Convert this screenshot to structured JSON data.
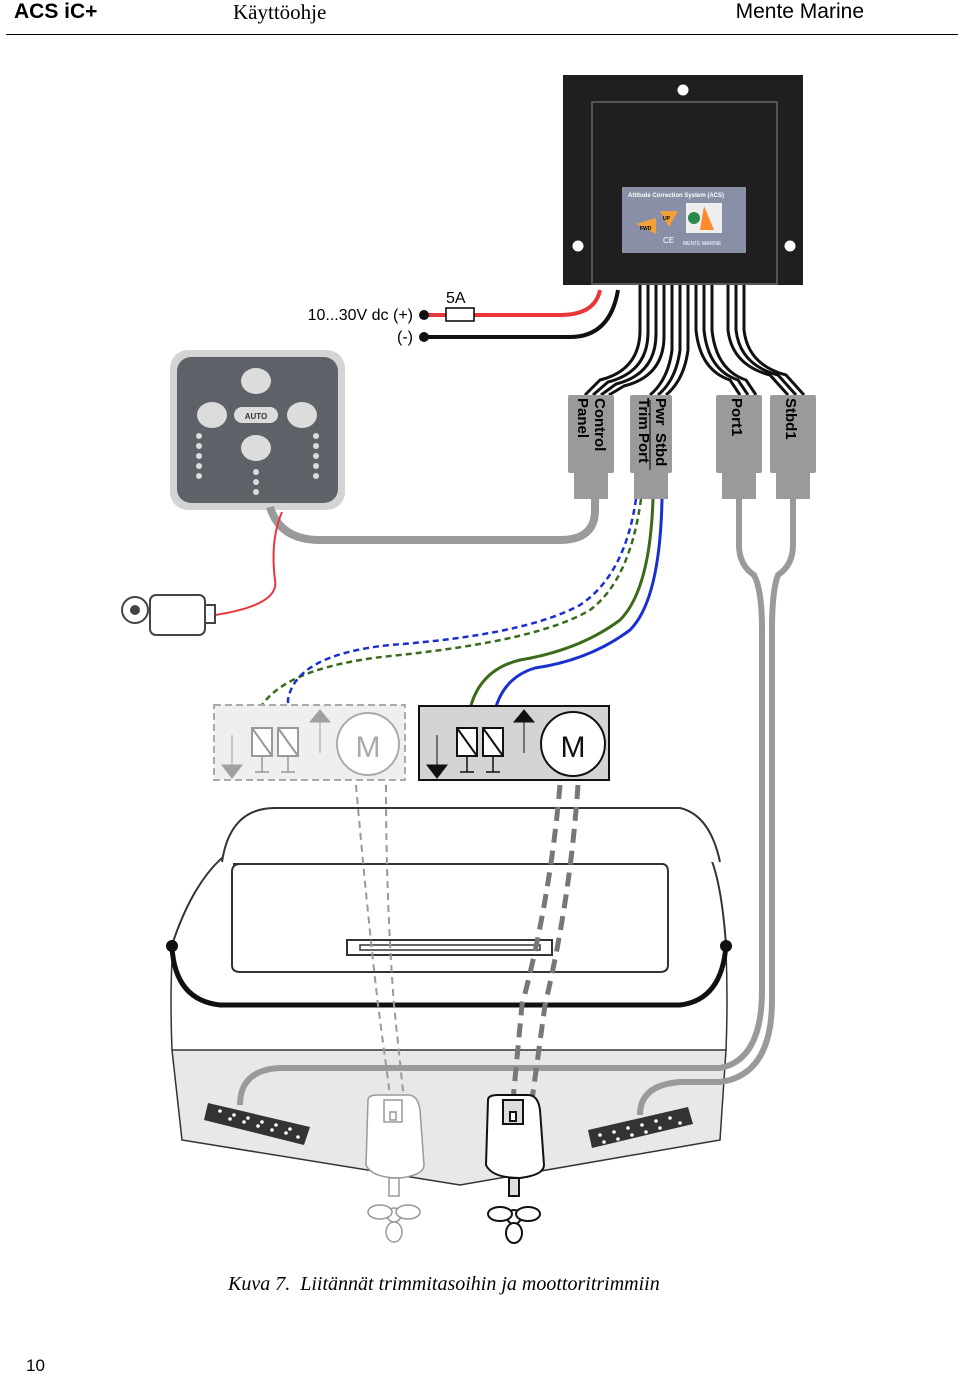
{
  "header": {
    "product": "ACS iC+",
    "doc_title": "Käyttöohje",
    "company": "Mente Marine"
  },
  "diagram": {
    "power_label": "10...30V dc (+)",
    "negative_label": "(-)",
    "fuse_label": "5A",
    "control_box_label": "Attitude Correction System (ACS)",
    "control_box_arrow_up": "UP",
    "control_box_arrow_fwd": "FWD",
    "control_box_brand": "MENTE MARINE",
    "panel_auto_label": "AUTO",
    "connectors": {
      "control_panel_line1": "Control",
      "control_panel_line2": "Panel",
      "pwr_trim_line1": "Pwr",
      "pwr_trim_line2": "Trim",
      "stbd_port_line1": "Stbd",
      "stbd_port_line2": "Port",
      "port1": "Port1",
      "stbd1": "Stbd1"
    },
    "motor_left_label": "M",
    "motor_right_label": "M"
  },
  "colors": {
    "positive_wire": "#e8363a",
    "negative_wire": "#111111",
    "green_wire": "#3a6b1a",
    "blue_wire": "#1a2fd0",
    "grey_cable": "#9a9a9a",
    "box_dark": "#1f1f1f"
  },
  "caption": {
    "number": "Kuva 7.",
    "text": "Liitännät trimmitasoihin ja moottoritrimmiin"
  },
  "page_number": "10"
}
